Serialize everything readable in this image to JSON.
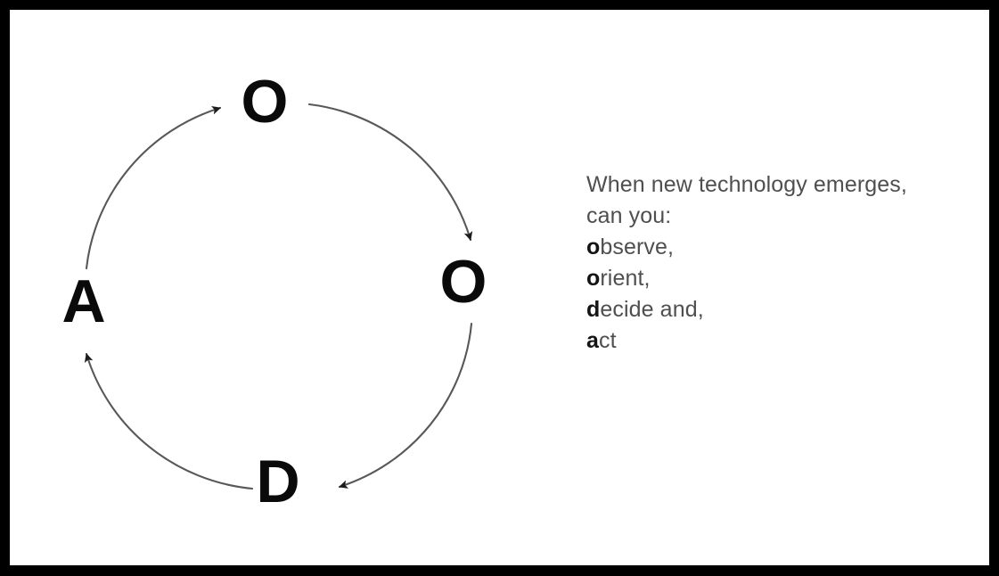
{
  "slide": {
    "background_color": "#ffffff",
    "frame_color": "#000000"
  },
  "diagram": {
    "name": "ooda-loop",
    "node_color": "#0a0a0a",
    "arrow_color": "#555555",
    "nodes": [
      {
        "id": "observe",
        "label": "O",
        "position": "top"
      },
      {
        "id": "orient",
        "label": "O",
        "position": "right"
      },
      {
        "id": "decide",
        "label": "D",
        "position": "bottom"
      },
      {
        "id": "act",
        "label": "A",
        "position": "left"
      }
    ],
    "arrows": [
      {
        "from": "act",
        "to": "observe",
        "direction": "clockwise"
      },
      {
        "from": "observe",
        "to": "orient",
        "direction": "clockwise"
      },
      {
        "from": "orient",
        "to": "decide",
        "direction": "clockwise"
      },
      {
        "from": "decide",
        "to": "act",
        "direction": "clockwise"
      }
    ]
  },
  "caption": {
    "text_color": "#4f4f4f",
    "lead_color": "#141414",
    "lines": [
      {
        "lead": "",
        "rest": "When new technology emerges,"
      },
      {
        "lead": "",
        "rest": "can you:"
      },
      {
        "lead": "o",
        "rest": "bserve,"
      },
      {
        "lead": "o",
        "rest": "rient,"
      },
      {
        "lead": "d",
        "rest": "ecide and,"
      },
      {
        "lead": "a",
        "rest": "ct"
      }
    ]
  }
}
